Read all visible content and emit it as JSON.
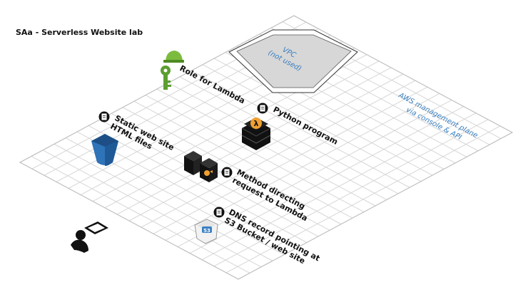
{
  "title": "SAa - Serverless Website lab",
  "vpc": {
    "label": "VPC",
    "sublabel": "(not used)"
  },
  "aws_plane": {
    "line1": "AWS management plane",
    "line2": "via console & API"
  },
  "role": {
    "label": "Role for Lambda"
  },
  "static_site": {
    "line1": "Static web site",
    "line2": "HTML files"
  },
  "python": {
    "label": "Python program"
  },
  "method": {
    "line1": "Method directing",
    "line2": "request to Lambda"
  },
  "dns": {
    "line1": "DNS record  pointing at",
    "line2": "S3 Bucket / web site"
  },
  "icons": {
    "lambda_symbol": "λ",
    "route53_badge": "53",
    "colors": {
      "bucket_blue": "#2f73b8",
      "role_green": "#5a9e2f",
      "lambda_orange": "#f0a030",
      "plane_text": "#3a7fc1"
    }
  }
}
